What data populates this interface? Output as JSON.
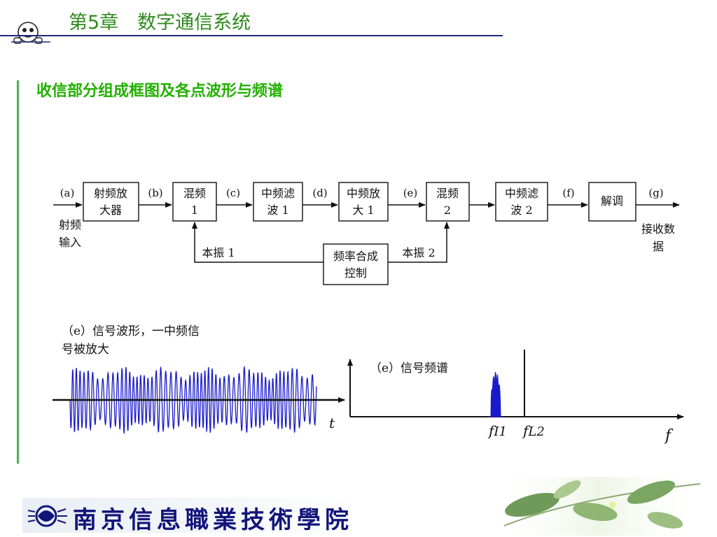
{
  "header": {
    "chapter_title": "第5章　数字通信系统"
  },
  "section": {
    "title": "收信部分组成框图及各点波形与频谱"
  },
  "block_diagram": {
    "points": [
      "(a)",
      "(b)",
      "(c)",
      "(d)",
      "(e)",
      "(f)",
      "(g)"
    ],
    "blocks": {
      "rf_amp": [
        "射频放",
        "大器"
      ],
      "mixer1": [
        "混频",
        "1"
      ],
      "if_filter1": [
        "中频滤",
        "波 1"
      ],
      "if_amp1": [
        "中频放",
        "大 1"
      ],
      "mixer2": [
        "混频",
        "2"
      ],
      "if_filter2": [
        "中频滤",
        "波 2"
      ],
      "demod": [
        "解调"
      ],
      "synth": [
        "频率合成",
        "控制"
      ]
    },
    "input_label": [
      "射频",
      "输入"
    ],
    "output_label": [
      "接收数",
      "据"
    ],
    "lo1_label": "本振 1",
    "lo2_label": "本振 2"
  },
  "waveform": {
    "caption": [
      "（e）信号波形，一中频信",
      "号被放大"
    ],
    "axis_label": "t"
  },
  "spectrum": {
    "caption": "（e）信号频谱",
    "marker1_main": "f",
    "marker1_sub": "I1",
    "marker2_main": "f",
    "marker2_sub": "L2",
    "axis_label": "f"
  },
  "footer": {
    "school_name": "南京信息職業技術學院"
  },
  "colors": {
    "title_green": "#2e8b1e",
    "section_green": "#22b000",
    "wave_blue": "#1a1acc",
    "rule_navy": "#1c2a7a"
  }
}
